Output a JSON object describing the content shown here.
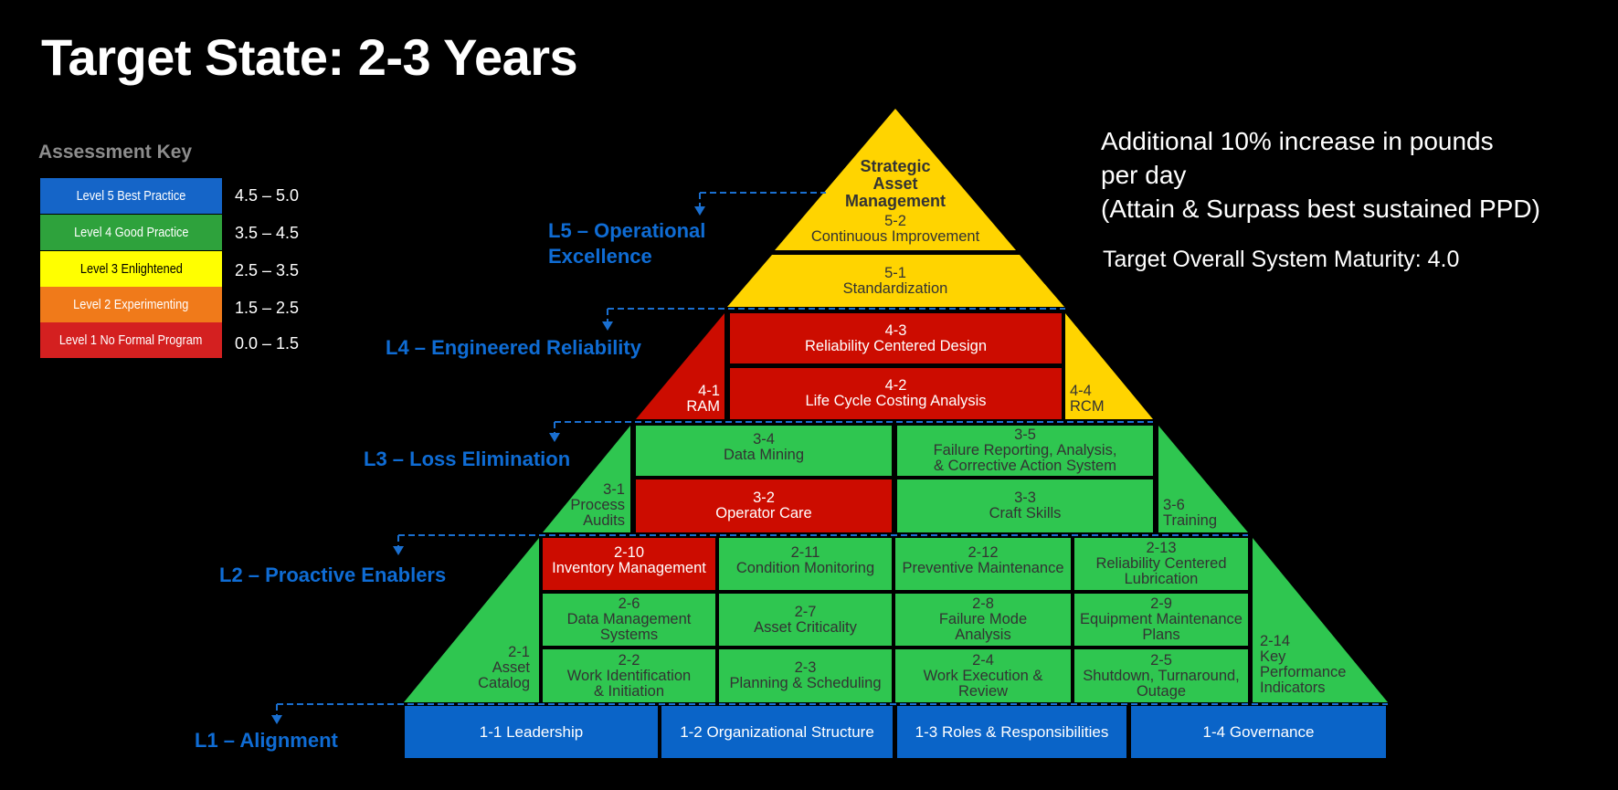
{
  "title": "Target State: 2-3 Years",
  "assessment_key": {
    "title": "Assessment Key",
    "levels": [
      {
        "label": "Level 5 Best Practice",
        "range": "4.5 – 5.0",
        "color": "#1565c8",
        "text_color": "#ffffff"
      },
      {
        "label": "Level 4 Good Practice",
        "range": "3.5 – 4.5",
        "color": "#2ea23c",
        "text_color": "#ffffff"
      },
      {
        "label": "Level 3 Enlightened",
        "range": "2.5 – 3.5",
        "color": "#ffff00",
        "text_color": "#000000"
      },
      {
        "label": "Level 2 Experimenting",
        "range": "1.5 – 2.5",
        "color": "#f07a1a",
        "text_color": "#ffffff"
      },
      {
        "label": "Level 1 No Formal Program",
        "range": "0.0 – 1.5",
        "color": "#d42020",
        "text_color": "#ffffff"
      }
    ]
  },
  "goal": {
    "line1": "Additional 10% increase in pounds",
    "line2": "per day",
    "line3": "(Attain & Surpass best sustained PPD)",
    "maturity": "Target Overall System Maturity: 4.0"
  },
  "colors": {
    "yellow": "#ffd400",
    "red": "#cc0c00",
    "green": "#2fc650",
    "blue": "#0a64c8",
    "label_blue": "#0f6cd4"
  },
  "levels": {
    "L5": {
      "label_line1": "L5 – Operational",
      "label_line2": "Excellence",
      "apex_title": [
        "Strategic",
        "Asset",
        "Management"
      ],
      "items": [
        {
          "id": "5-2",
          "name": "Continuous Improvement",
          "status": "yellow"
        },
        {
          "id": "5-1",
          "name": "Standardization",
          "status": "yellow"
        }
      ]
    },
    "L4": {
      "label": "L4 – Engineered Reliability",
      "items": [
        {
          "id": "4-1",
          "name": "RAM",
          "status": "red"
        },
        {
          "id": "4-3",
          "name": "Reliability Centered Design",
          "status": "red"
        },
        {
          "id": "4-2",
          "name": "Life Cycle Costing Analysis",
          "status": "red"
        },
        {
          "id": "4-4",
          "name": "RCM",
          "status": "yellow"
        }
      ]
    },
    "L3": {
      "label": "L3 – Loss Elimination",
      "items": [
        {
          "id": "3-1",
          "name_line1": "Process",
          "name_line2": "Audits",
          "status": "green"
        },
        {
          "id": "3-4",
          "name": "Data Mining",
          "status": "green"
        },
        {
          "id": "3-5",
          "name_line1": "Failure Reporting, Analysis,",
          "name_line2": "& Corrective Action System",
          "status": "green"
        },
        {
          "id": "3-2",
          "name": "Operator Care",
          "status": "red"
        },
        {
          "id": "3-3",
          "name": "Craft Skills",
          "status": "green"
        },
        {
          "id": "3-6",
          "name": "Training",
          "status": "green"
        }
      ]
    },
    "L2": {
      "label": "L2 – Proactive Enablers",
      "items": [
        {
          "id": "2-1",
          "name_line1": "Asset",
          "name_line2": "Catalog",
          "status": "green"
        },
        {
          "id": "2-10",
          "name_line1": "Inventory Management",
          "name_line2": "",
          "status": "red"
        },
        {
          "id": "2-11",
          "name_line1": "Condition Monitoring",
          "name_line2": "",
          "status": "green"
        },
        {
          "id": "2-12",
          "name_line1": "Preventive Maintenance",
          "name_line2": "",
          "status": "green"
        },
        {
          "id": "2-13",
          "name_line1": "Reliability Centered",
          "name_line2": "Lubrication",
          "status": "green"
        },
        {
          "id": "2-6",
          "name_line1": "Data Management",
          "name_line2": "Systems",
          "status": "green"
        },
        {
          "id": "2-7",
          "name_line1": "Asset Criticality",
          "name_line2": "",
          "status": "green"
        },
        {
          "id": "2-8",
          "name_line1": "Failure Mode",
          "name_line2": "Analysis",
          "status": "green"
        },
        {
          "id": "2-9",
          "name_line1": "Equipment Maintenance",
          "name_line2": "Plans",
          "status": "green"
        },
        {
          "id": "2-2",
          "name_line1": "Work Identification",
          "name_line2": "& Initiation",
          "status": "green"
        },
        {
          "id": "2-3",
          "name_line1": "Planning & Scheduling",
          "name_line2": "",
          "status": "green"
        },
        {
          "id": "2-4",
          "name_line1": "Work Execution &",
          "name_line2": "Review",
          "status": "green"
        },
        {
          "id": "2-5",
          "name_line1": "Shutdown, Turnaround,",
          "name_line2": "Outage",
          "status": "green"
        },
        {
          "id": "2-14",
          "name_line1": "Key",
          "name_line2": "Performance",
          "name_line3": "Indicators",
          "status": "green"
        }
      ]
    },
    "L1": {
      "label": "L1 – Alignment",
      "items": [
        {
          "label": "1-1 Leadership",
          "status": "blue"
        },
        {
          "label": "1-2 Organizational Structure",
          "status": "blue"
        },
        {
          "label": "1-3 Roles & Responsibilities",
          "status": "blue"
        },
        {
          "label": "1-4 Governance",
          "status": "blue"
        }
      ]
    }
  }
}
